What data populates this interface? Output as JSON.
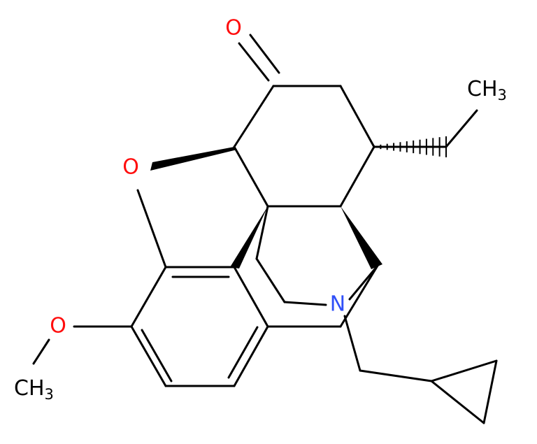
{
  "colors": {
    "bond": "#000000",
    "oxygen": "#ff0d0d",
    "nitrogen": "#3050f8",
    "carbon_label": "#000000"
  },
  "atoms": {
    "ketone_o": {
      "element": "O",
      "text": "O",
      "color": "#ff0d0d"
    },
    "ring_o": {
      "element": "O",
      "text": "O",
      "color": "#ff0d0d"
    },
    "methoxy_o": {
      "element": "O",
      "text": "O",
      "color": "#ff0d0d"
    },
    "amine_n": {
      "element": "N",
      "text": "N",
      "color": "#3050f8"
    },
    "ethyl_ch3": {
      "main": "CH",
      "sub": "3"
    },
    "methoxy_ch3": {
      "main": "CH",
      "sub": "3"
    }
  }
}
